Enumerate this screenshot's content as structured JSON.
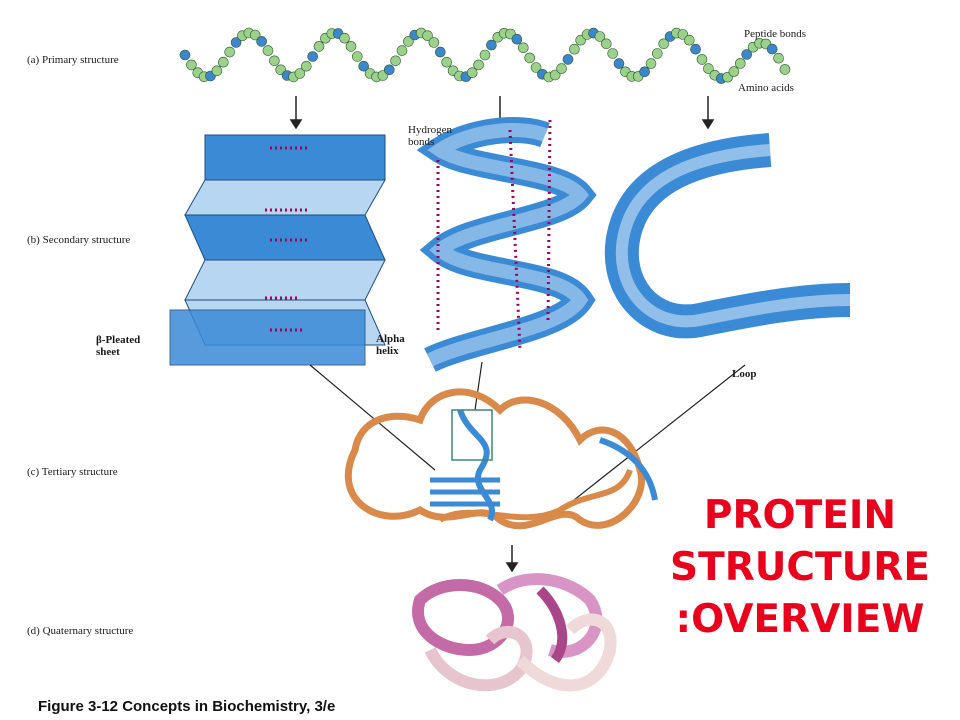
{
  "labels": {
    "primary": "(a) Primary structure",
    "secondary": "(b) Secondary structure",
    "tertiary": "(c) Tertiary structure",
    "quaternary": "(d) Quaternary structure",
    "peptide_bonds": "Peptide bonds",
    "amino_acids": "Amino acids",
    "hydrogen_bonds_line1": "Hydrogen",
    "hydrogen_bonds_line2": "bonds",
    "pleated_line1": "β-Pleated",
    "pleated_line2": "sheet",
    "alpha_line1": "Alpha",
    "alpha_line2": "helix",
    "loop": "Loop"
  },
  "title_lines": [
    "PROTEIN",
    "STRUCTURE",
    ":OVERVIEW"
  ],
  "caption": "Figure 3-12 Concepts in Biochemistry, 3/e",
  "colors": {
    "title": "#e8001c",
    "bead_green": "#9bd18a",
    "bead_blue": "#3b86cc",
    "ribbon_dark": "#3a8ad6",
    "ribbon_light": "#b7d6f2",
    "tertiary_orange": "#d98a4a",
    "quaternary_pink": "#c46aa6"
  }
}
